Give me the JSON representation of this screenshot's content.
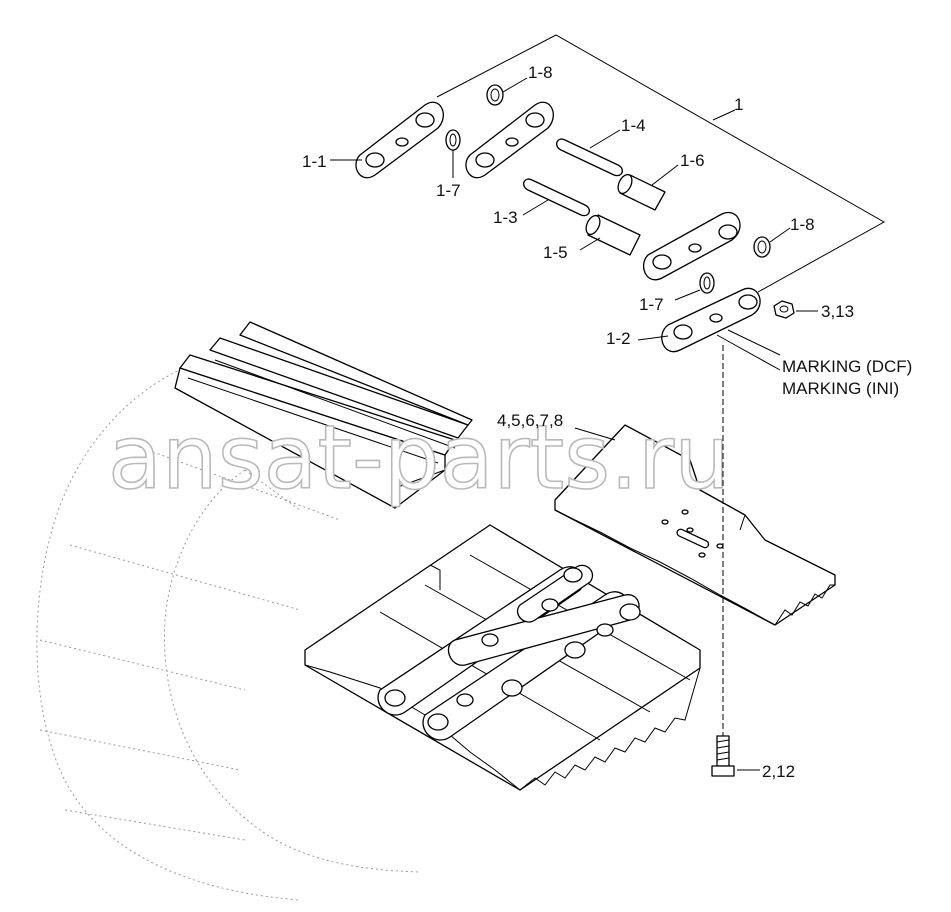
{
  "watermark": "ansat-parts.ru",
  "callouts": {
    "c1": "1",
    "c1_8_top": "1-8",
    "c1_4": "1-4",
    "c1_1": "1-1",
    "c1_7_left": "1-7",
    "c1_6": "1-6",
    "c1_3": "1-3",
    "c1_8_right": "1-8",
    "c1_5": "1-5",
    "c1_7_low": "1-7",
    "c3_13": "3,13",
    "c1_2": "1-2",
    "marking_dcf": "MARKING (DCF)",
    "marking_ini": "MARKING (INI)",
    "c4_8": "4,5,6,7,8",
    "c2_12": "2,12"
  }
}
